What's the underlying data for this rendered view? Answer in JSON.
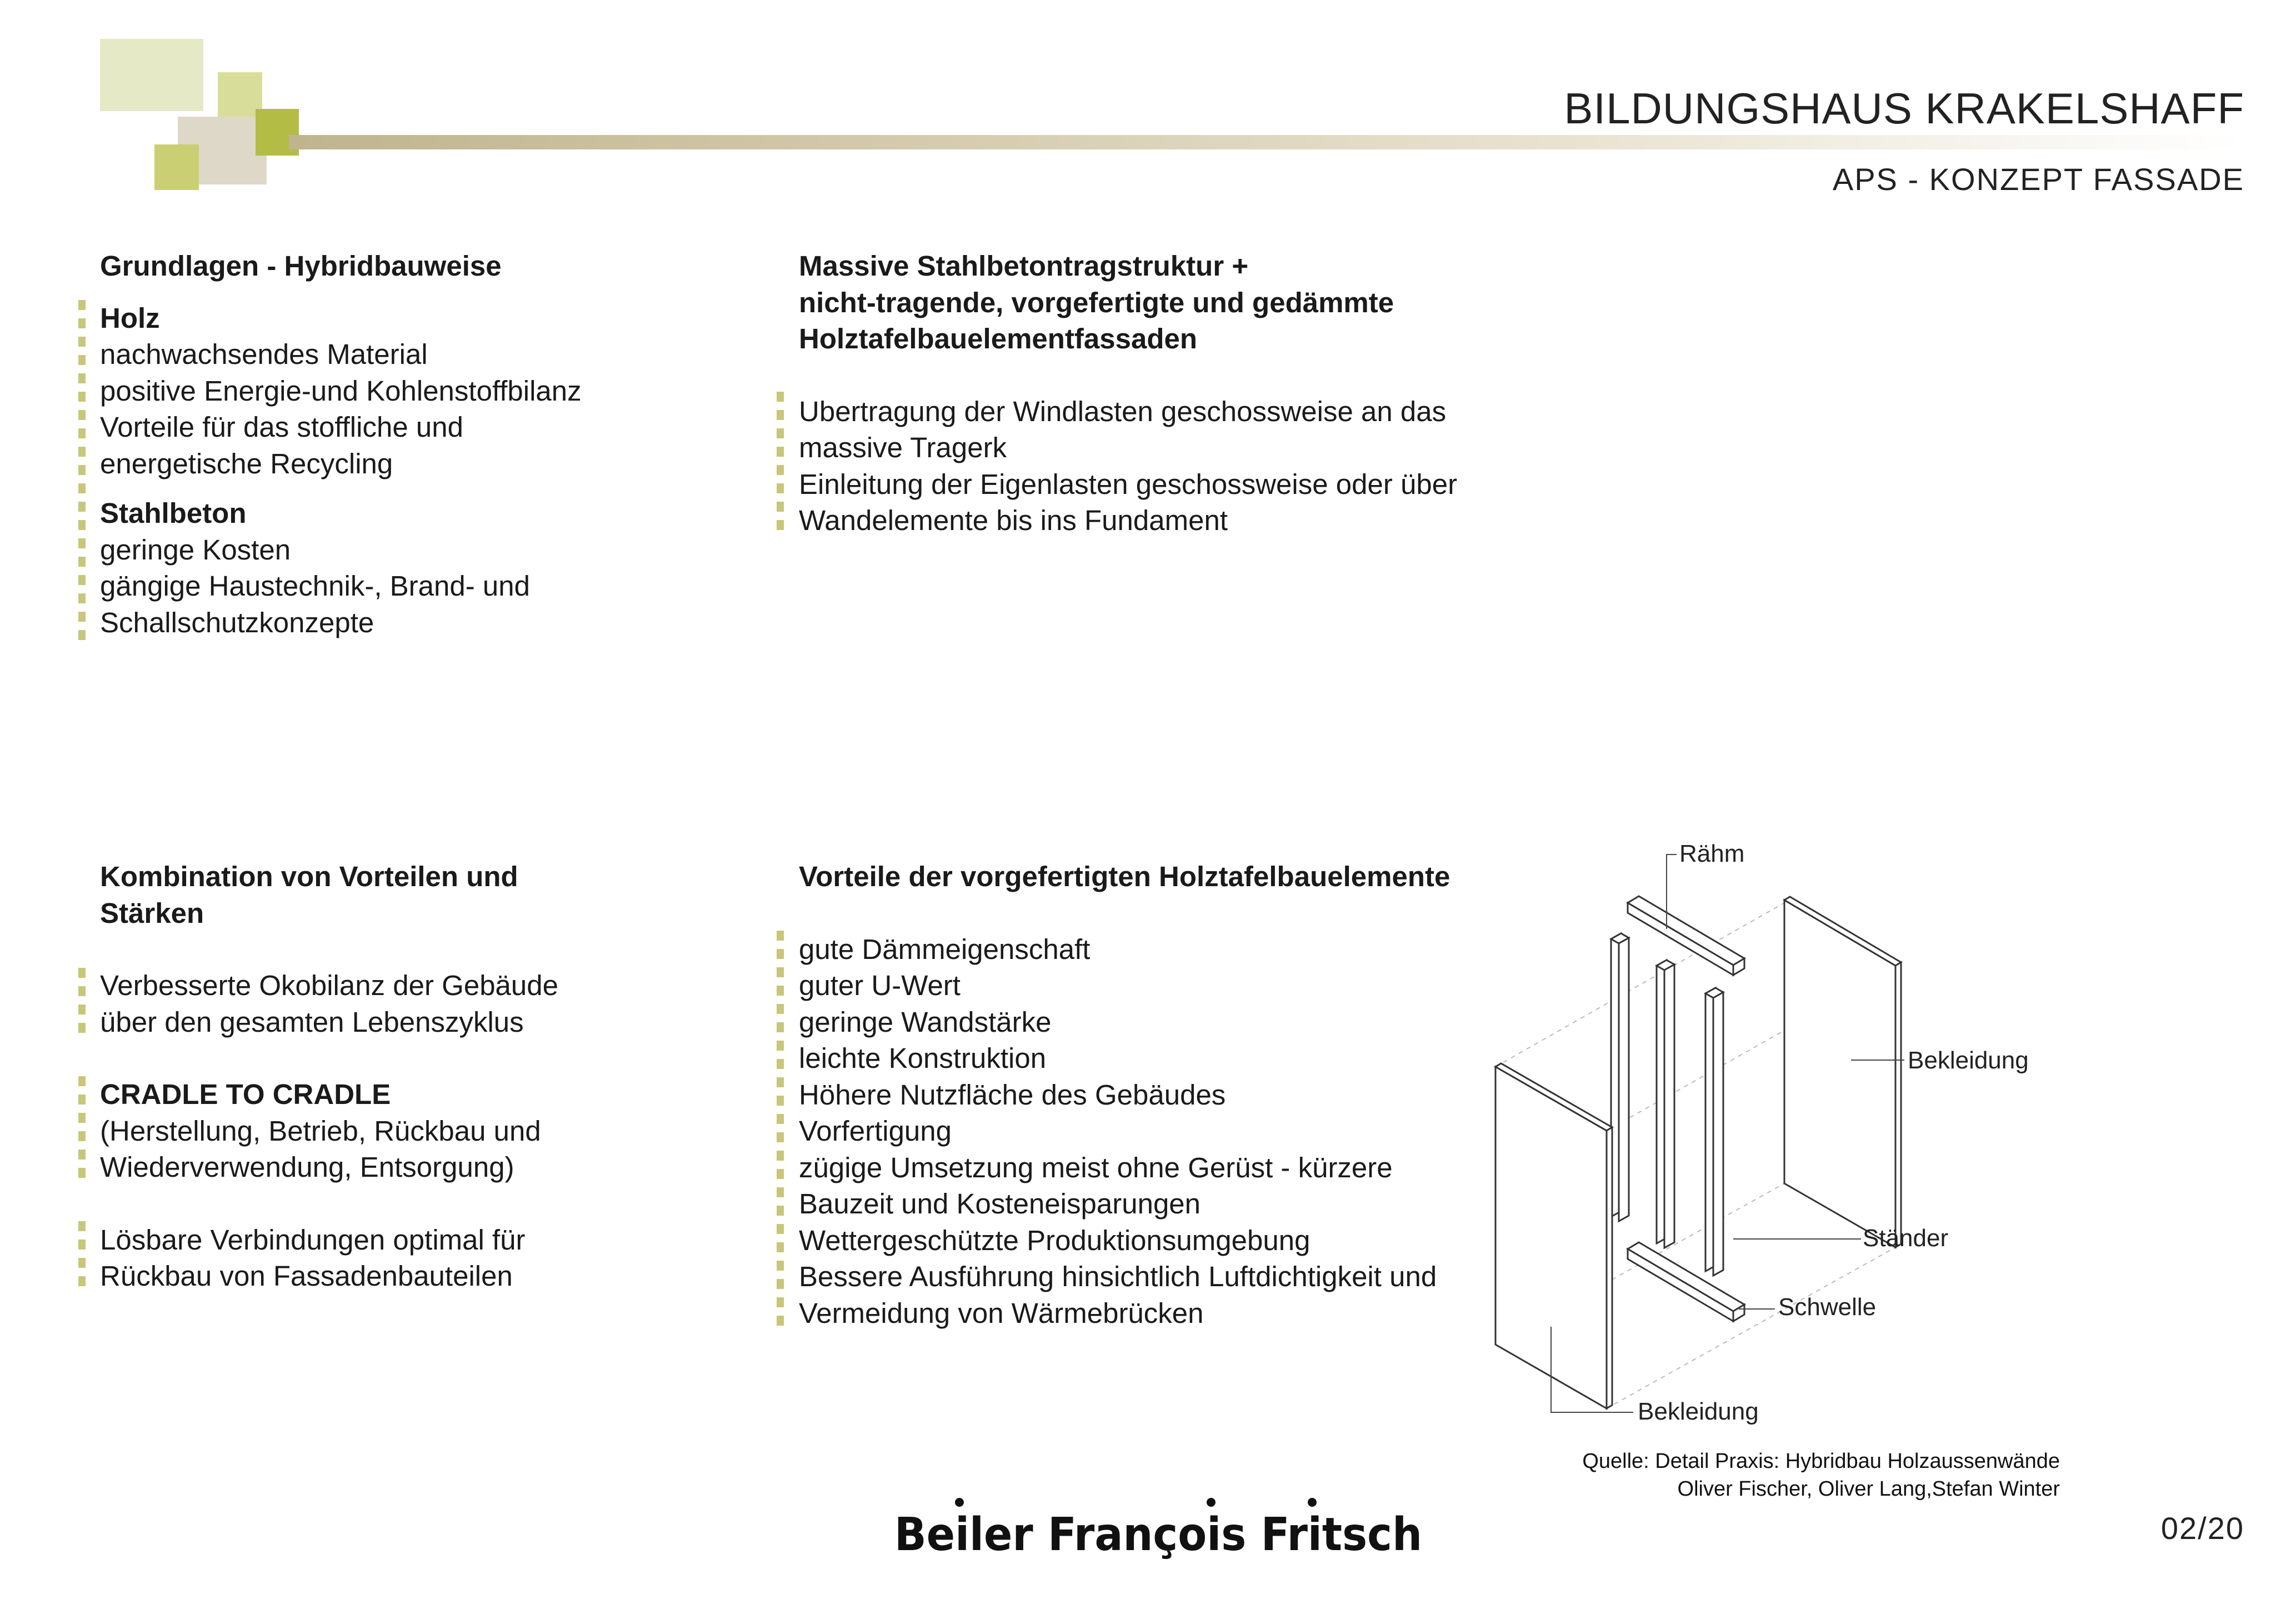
{
  "header": {
    "title": "BILDUNGSHAUS KRAKELSHAFF",
    "subtitle": "APS - KONZEPT FASSADE"
  },
  "colors": {
    "accent_green": "#b3bd45",
    "light_green": "#d8dd9a",
    "pale_green": "#e6e9c6",
    "beige": "#ddd8c8",
    "bar_color": "#c8c67a"
  },
  "blocks": {
    "grundlagen": {
      "heading": "Grundlagen - Hybridbauweise",
      "lines": [
        {
          "text": "Holz",
          "bold": true
        },
        {
          "text": "nachwachsendes Material"
        },
        {
          "text": "positive Energie-und Kohlenstoffbilanz"
        },
        {
          "text": "Vorteile für das stoffliche und"
        },
        {
          "text": "energetische Recycling"
        },
        {
          "text": "Stahlbeton",
          "bold": true
        },
        {
          "text": "geringe Kosten"
        },
        {
          "text": "gängige Haustechnik-, Brand- und"
        },
        {
          "text": "Schallschutzkonzepte"
        }
      ]
    },
    "massive": {
      "heading_lines": [
        "Massive Stahlbetontragstruktur +",
        "nicht-tragende, vorgefertigte und gedämmte",
        "Holztafelbauelementfassaden"
      ],
      "lines": [
        "Ubertragung der Windlasten geschossweise an das",
        "massive Tragerk",
        "Einleitung der Eigenlasten geschossweise oder über",
        "Wandelemente bis ins Fundament"
      ]
    },
    "kombination": {
      "heading_lines": [
        "Kombination von Vorteilen und",
        "Stärken"
      ],
      "lines": [
        {
          "text": "Verbesserte Okobilanz der Gebäude"
        },
        {
          "text": "über den gesamten Lebenszyklus"
        },
        {
          "text": "CRADLE TO CRADLE",
          "bold": true
        },
        {
          "text": "(Herstellung, Betrieb, Rückbau und"
        },
        {
          "text": "Wiederverwendung, Entsorgung)"
        },
        {
          "text": "Lösbare Verbindungen optimal für"
        },
        {
          "text": "Rückbau von Fassadenbauteilen"
        }
      ]
    },
    "vorteile": {
      "heading": "Vorteile der vorgefertigten Holztafelbauelemente",
      "lines": [
        "gute Dämmeigenschaft",
        "guter U-Wert",
        "geringe Wandstärke",
        "leichte Konstruktion",
        "Höhere Nutzfläche des Gebäudes",
        "Vorfertigung",
        "zügige Umsetzung meist ohne Gerüst - kürzere",
        "Bauzeit und Kosteneisparungen",
        "Wettergeschützte Produktionsumgebung",
        "Bessere Ausführung hinsichtlich Luftdichtigkeit und",
        "Vermeidung von Wärmebrücken"
      ]
    }
  },
  "diagram": {
    "labels": {
      "raehm": "Rähm",
      "bekleidung_top": "Bekleidung",
      "staender": "Ständer",
      "schwelle": "Schwelle",
      "bekleidung_bottom": "Bekleidung"
    },
    "source_lines": [
      "Quelle: Detail Praxis: Hybridbau Holzaussenwände",
      "Oliver Fischer, Oliver Lang,Stefan Winter"
    ]
  },
  "footer": {
    "logo_text": "Beiler François Fritsch",
    "page_number": "02/20"
  }
}
